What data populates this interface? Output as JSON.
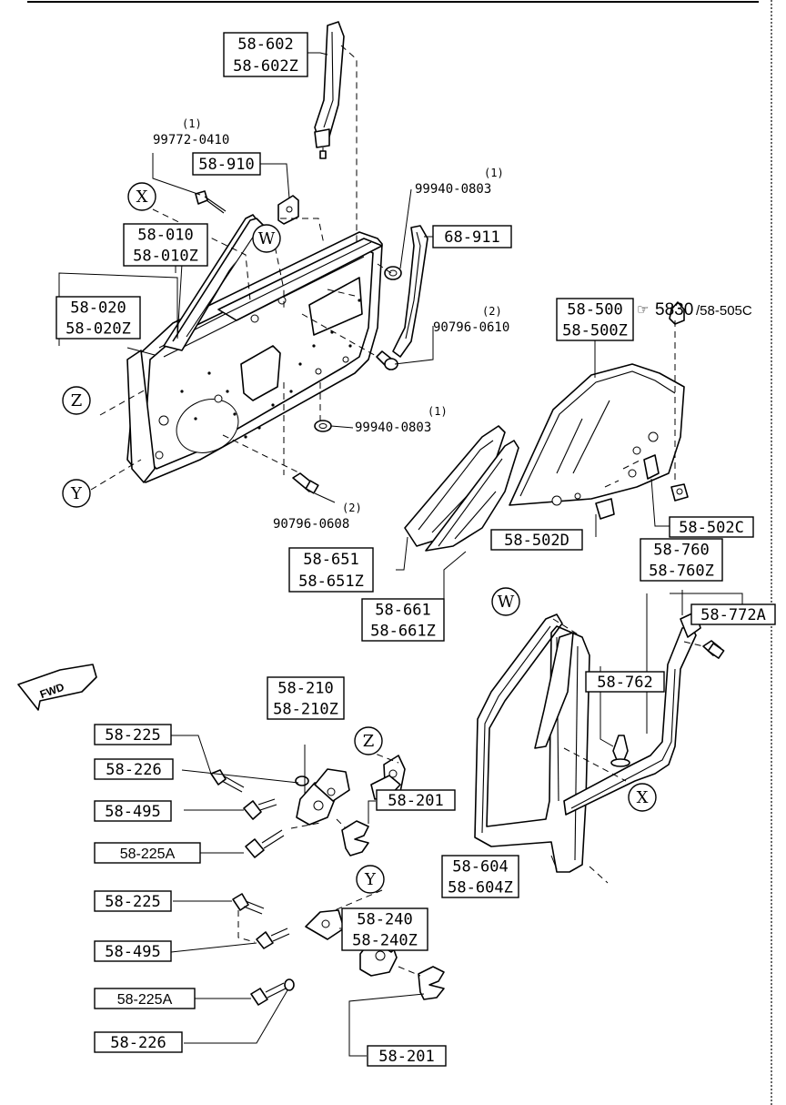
{
  "labels": {
    "l_58_602": [
      "58-602",
      "58-602Z"
    ],
    "l_58_910": [
      "58-910"
    ],
    "l_58_010": [
      "58-010",
      "58-010Z"
    ],
    "l_58_020": [
      "58-020",
      "58-020Z"
    ],
    "l_68_911": [
      "68-911"
    ],
    "l_58_500": [
      "58-500",
      "58-500Z"
    ],
    "l_58_502D": [
      "58-502D"
    ],
    "l_58_502C": [
      "58-502C"
    ],
    "l_58_651": [
      "58-651",
      "58-651Z"
    ],
    "l_58_661": [
      "58-661",
      "58-661Z"
    ],
    "l_58_760": [
      "58-760",
      "58-760Z"
    ],
    "l_58_772A": [
      "58-772A"
    ],
    "l_58_762": [
      "58-762"
    ],
    "l_58_210": [
      "58-210",
      "58-210Z"
    ],
    "l_58_225_a": [
      "58-225"
    ],
    "l_58_226_a": [
      "58-226"
    ],
    "l_58_495_a": [
      "58-495"
    ],
    "l_58_225A_a": [
      "58-225A"
    ],
    "l_58_201_a": [
      "58-201"
    ],
    "l_58_604": [
      "58-604",
      "58-604Z"
    ],
    "l_58_225_b": [
      "58-225"
    ],
    "l_58_240": [
      "58-240",
      "58-240Z"
    ],
    "l_58_495_b": [
      "58-495"
    ],
    "l_58_225A_b": [
      "58-225A"
    ],
    "l_58_226_b": [
      "58-226"
    ],
    "l_58_201_b": [
      "58-201"
    ]
  },
  "part_numbers": {
    "pn_99772": {
      "qty": "(1)",
      "number": "99772-0410"
    },
    "pn_99940_top": {
      "qty": "(1)",
      "number": "99940-0803"
    },
    "pn_90796_0610": {
      "qty": "(2)",
      "number": "90796-0610"
    },
    "pn_99940_mid": {
      "qty": "(1)",
      "number": "99940-0803"
    },
    "pn_90796_0608": {
      "qty": "(2)",
      "number": "90796-0608"
    }
  },
  "reference_markers": {
    "ref_x_top": "X",
    "ref_w_top": "W",
    "ref_z_left": "Z",
    "ref_y_left": "Y",
    "ref_w_right": "W",
    "ref_x_right": "X",
    "ref_z_hinge": "Z",
    "ref_y_hinge": "Y"
  },
  "reference_note": {
    "symbol": "☞",
    "main": "5830",
    "sub": "/58-505C"
  },
  "fwd_label": "FWD"
}
